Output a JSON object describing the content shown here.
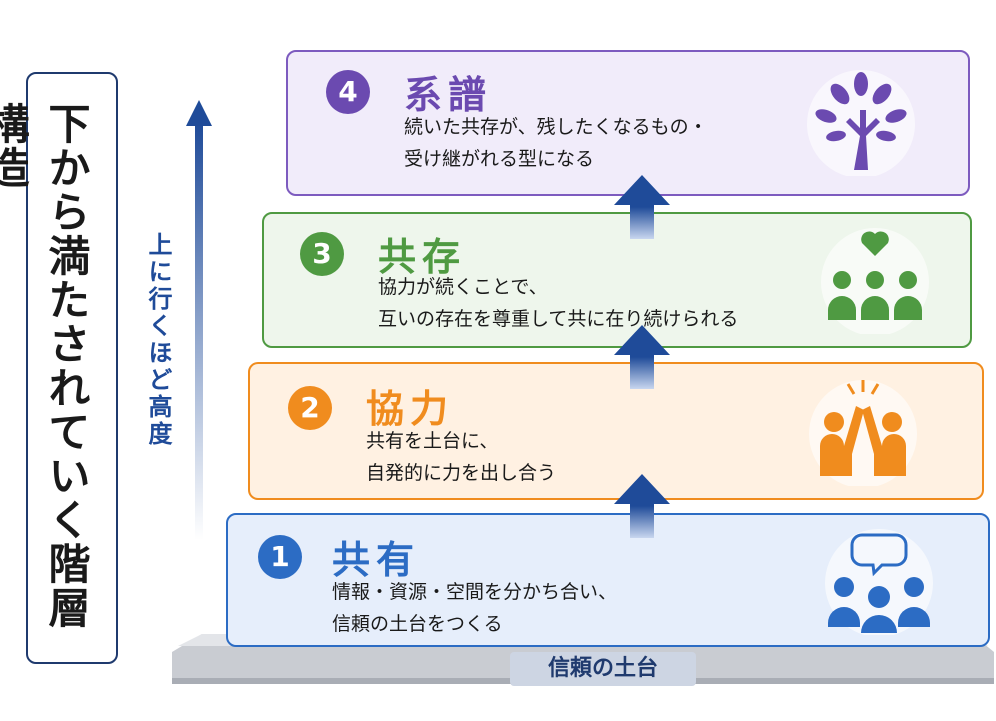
{
  "side": {
    "title": "下から満たされていく階層構造"
  },
  "axis": {
    "label": "上に行くほど高度"
  },
  "base": {
    "label": "信頼の土台"
  },
  "tiers": [
    {
      "number": "1",
      "title": "共有",
      "line1": "情報・資源・空間を分かち合い、",
      "line2": "信頼の土台をつくる",
      "icon": "people-speech-icon",
      "color": "#2c6cc4"
    },
    {
      "number": "2",
      "title": "協力",
      "line1": "共有を土台に、",
      "line2": "自発的に力を出し合う",
      "icon": "high-five-icon",
      "color": "#f08c1e"
    },
    {
      "number": "3",
      "title": "共存",
      "line1": "協力が続くことで、",
      "line2": "互いの存在を尊重して共に在り続けられる",
      "icon": "group-heart-icon",
      "color": "#4f9a42"
    },
    {
      "number": "4",
      "title": "系譜",
      "line1": "続いた共存が、残したくなるもの・",
      "line2": "受け継がれる型になる",
      "icon": "tree-icon",
      "color": "#6b4ab0"
    }
  ]
}
